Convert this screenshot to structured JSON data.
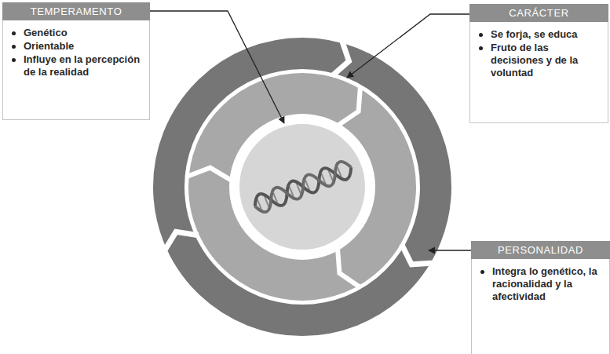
{
  "diagram": {
    "nodes": [
      {
        "text": [
          "TEMPERAMENTO",
          "Genético",
          "Orientable",
          "Influye en la percepción de la realidad"
        ]
      },
      {
        "text": [
          "CARÁCTER",
          "Se forja, se educa",
          "Fruto de las decisiones y de la voluntad"
        ]
      },
      {
        "text": [
          "PERSONALIDAD",
          "Integra lo genético, la racionalidad y la afectividad"
        ]
      }
    ]
  }
}
